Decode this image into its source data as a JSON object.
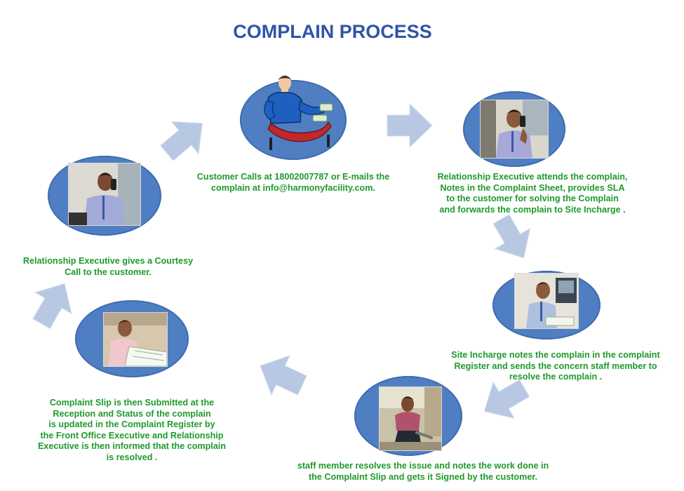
{
  "title": "COMPLAIN PROCESS",
  "colors": {
    "title": "#2e55a8",
    "oval": "#4f7fc2",
    "arrow": "#b8c8e2",
    "text": "#1e9a2c"
  },
  "steps": [
    {
      "id": "customer-call",
      "icon": "man-on-phone-with-money-illustration",
      "lines": [
        "Customer Calls at 18002007787 or E-mails the",
        "complain at info@harmonyfacility.com."
      ]
    },
    {
      "id": "relationship-executive-attends",
      "icon": "executive-on-phone-photo",
      "lines": [
        "Relationship Executive attends the complain,",
        "Notes in the Complaint Sheet, provides SLA",
        "to the customer for solving the Complain",
        "and forwards the complain to Site Incharge ."
      ]
    },
    {
      "id": "site-incharge-notes",
      "icon": "site-incharge-writing-photo",
      "lines": [
        "Site Incharge notes the complain in the complaint",
        "Register and sends the concern staff member to",
        "resolve the complain ."
      ]
    },
    {
      "id": "staff-resolves",
      "icon": "staff-member-working-photo",
      "lines": [
        "staff member resolves the issue and notes the work done in",
        "the Complaint  Slip and gets it Signed by the customer."
      ]
    },
    {
      "id": "slip-submitted",
      "icon": "front-office-executive-writing-photo",
      "lines": [
        "Complaint Slip is then Submitted at the",
        "Reception and Status of the complain",
        "is updated in the Complaint Register by",
        "the Front Office Executive and Relationship",
        "Executive is then informed that the complain",
        "is resolved  ."
      ]
    },
    {
      "id": "courtesy-call",
      "icon": "executive-courtesy-call-photo",
      "lines": [
        "Relationship Executive gives a Courtesy",
        "Call to the customer."
      ]
    }
  ]
}
